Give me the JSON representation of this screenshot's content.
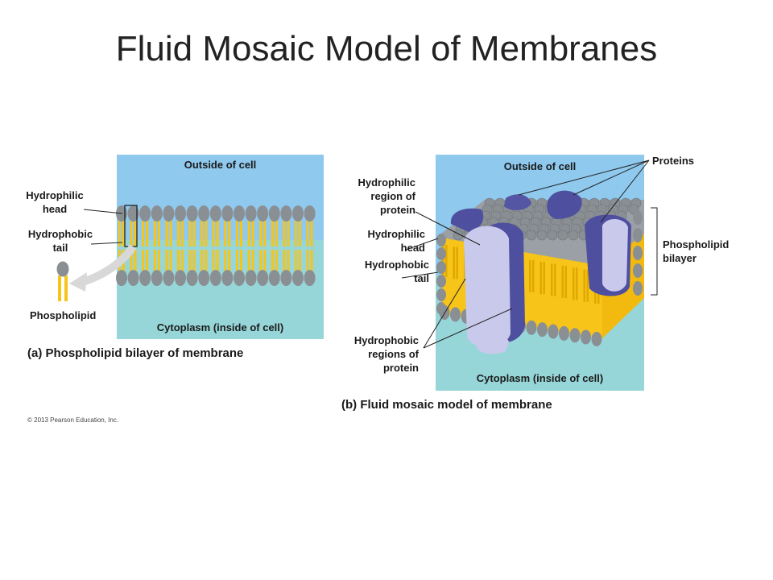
{
  "slide": {
    "title": "Fluid Mosaic Model of Membranes",
    "copyright": "© 2013 Pearson Education, Inc."
  },
  "panel_a": {
    "outside": "Outside of cell",
    "inside": "Cytoplasm (inside of cell)",
    "labels": {
      "hydrophilic_head": [
        "Hydrophilic",
        "head"
      ],
      "hydrophobic_tail": [
        "Hydrophobic",
        "tail"
      ],
      "phospholipid": "Phospholipid"
    },
    "caption": "(a) Phospholipid bilayer of membrane"
  },
  "panel_b": {
    "outside": "Outside of cell",
    "inside": "Cytoplasm (inside of cell)",
    "labels": {
      "proteins": "Proteins",
      "hydrophilic_region": [
        "Hydrophilic",
        "region of",
        "protein"
      ],
      "hydrophilic_head": [
        "Hydrophilic",
        "head"
      ],
      "hydrophobic_tail": [
        "Hydrophobic",
        "tail"
      ],
      "hydrophobic_regions": [
        "Hydrophobic",
        "regions of",
        "protein"
      ],
      "phospholipid_bilayer": [
        "Phospholipid",
        "bilayer"
      ]
    },
    "caption": "(b) Fluid mosaic model of membrane"
  },
  "colors": {
    "outside": "#8fc9ee",
    "inside": "#97d6d8",
    "head": "#8a8f94",
    "tail": "#f7c41a",
    "protein_dark": "#4f4fa0",
    "protein_light": "#c9c9ec"
  }
}
